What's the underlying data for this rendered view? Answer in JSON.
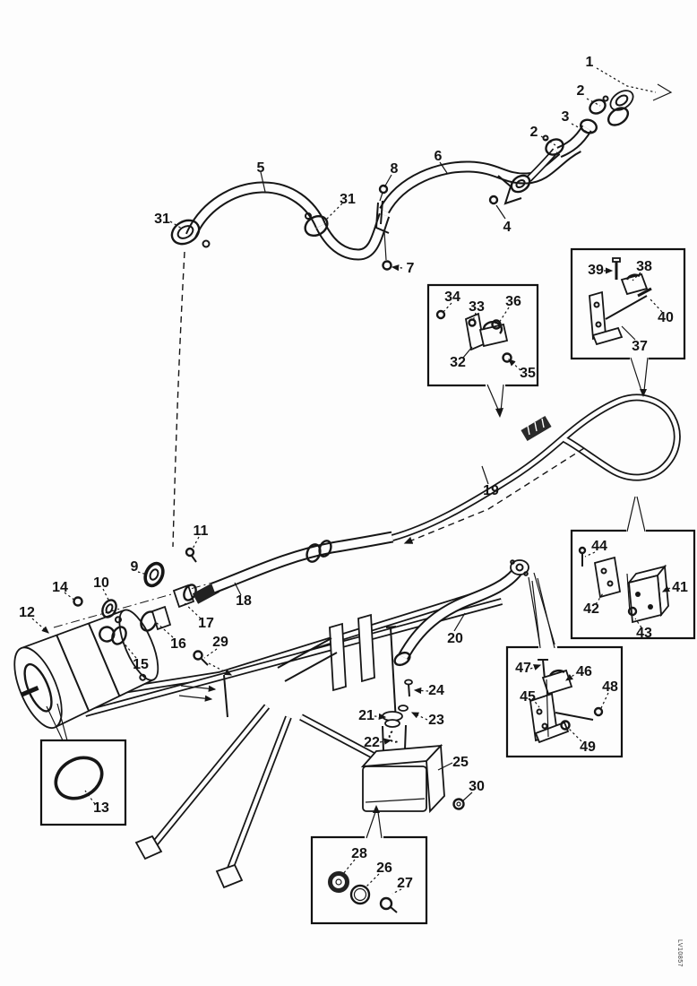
{
  "figure": {
    "type": "exploded-parts-diagram",
    "corner_code": "LV10857"
  },
  "callouts": {
    "c1": "1",
    "c2a": "2",
    "c2b": "2",
    "c3": "3",
    "c4": "4",
    "c5": "5",
    "c6": "6",
    "c7": "7",
    "c8": "8",
    "c9": "9",
    "c10": "10",
    "c11": "11",
    "c12": "12",
    "c13": "13",
    "c14": "14",
    "c15": "15",
    "c16": "16",
    "c17": "17",
    "c18": "18",
    "c19": "19",
    "c20": "20",
    "c21": "21",
    "c22": "22",
    "c23": "23",
    "c24": "24",
    "c25": "25",
    "c26": "26",
    "c27": "27",
    "c28": "28",
    "c29": "29",
    "c30": "30",
    "c31a": "31",
    "c31b": "31",
    "c32": "32",
    "c33": "33",
    "c34": "34",
    "c35": "35",
    "c36": "36",
    "c37": "37",
    "c38": "38",
    "c39": "39",
    "c40": "40",
    "c41": "41",
    "c42": "42",
    "c43": "43",
    "c44": "44",
    "c45": "45",
    "c46": "46",
    "c47": "47",
    "c48": "48",
    "c49": "49"
  },
  "detail_boxes": {
    "clamp_detail": [
      "32",
      "33",
      "34",
      "35",
      "36"
    ],
    "bracket_detail": [
      "37",
      "38",
      "39",
      "40"
    ],
    "block_detail": [
      "41",
      "42",
      "43",
      "44"
    ],
    "mount_detail": [
      "45",
      "46",
      "47",
      "48",
      "49"
    ],
    "washer_detail": [
      "26",
      "27",
      "28"
    ],
    "oring_detail": [
      "13"
    ]
  }
}
